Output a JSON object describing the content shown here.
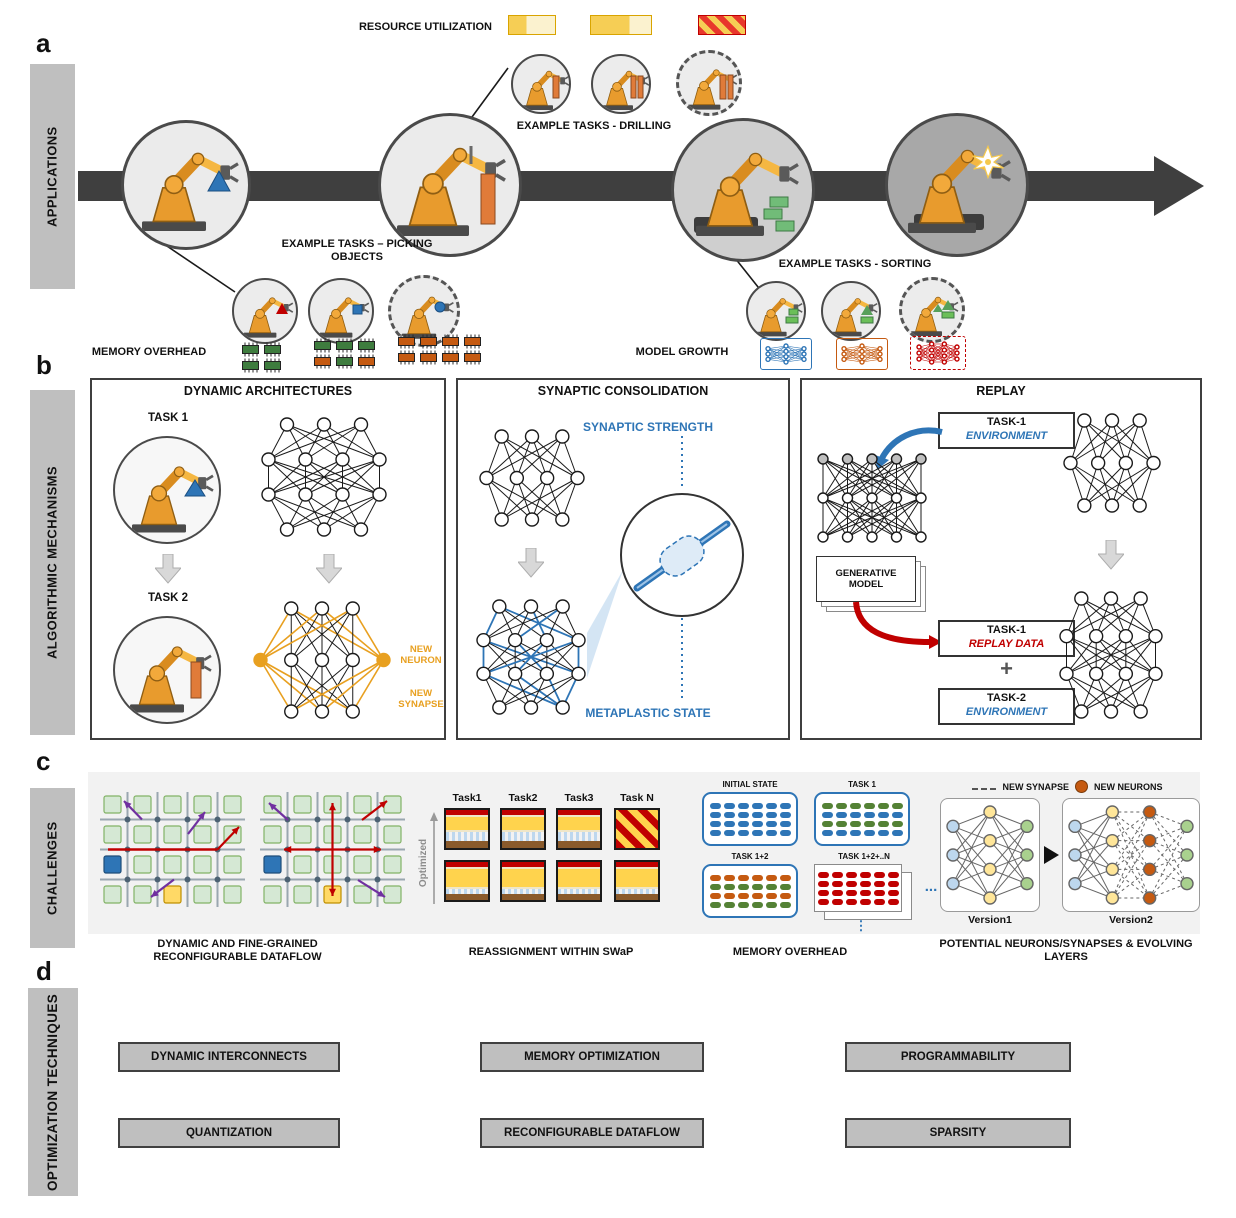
{
  "colors": {
    "accent_orange": "#E8A020",
    "blue": "#2E75B6",
    "red": "#C00000",
    "green": "#548235",
    "purple": "#7030A0",
    "panel_gray": "#BFBFBF",
    "arrow_gray": "#3F3F3F"
  },
  "sections": {
    "applications": {
      "letter": "a",
      "sidebar_label": "APPLICATIONS",
      "resource_utilization_label": "RESOURCE UTILIZATION",
      "drilling_label": "EXAMPLE TASKS - DRILLING",
      "picking_label": "EXAMPLE TASKS – PICKING OBJECTS",
      "memory_overhead_label": "MEMORY OVERHEAD",
      "sorting_label": "EXAMPLE TASKS - SORTING",
      "model_growth_label": "MODEL GROWTH"
    },
    "mechanisms": {
      "letter": "b",
      "sidebar_label": "ALGORITHMIC MECHANISMS",
      "dynamic": {
        "title": "DYNAMIC ARCHITECTURES",
        "task1": "TASK 1",
        "task2": "TASK 2",
        "new_neuron": "NEW NEURON",
        "new_synapse": "NEW SYNAPSE"
      },
      "synaptic": {
        "title": "SYNAPTIC CONSOLIDATION",
        "strength": "SYNAPTIC STRENGTH",
        "metaplastic": "METAPLASTIC STATE"
      },
      "replay": {
        "title": "REPLAY",
        "task1": "TASK-1",
        "environment1": "ENVIRONMENT",
        "generative": "GENERATIVE MODEL",
        "replay_task": "TASK-1",
        "replay_data": "REPLAY DATA",
        "plus": "+",
        "task2": "TASK-2",
        "environment2": "ENVIRONMENT"
      }
    },
    "challenges": {
      "letter": "c",
      "sidebar_label": "CHALLENGES",
      "dataflow": {
        "caption": "DYNAMIC AND FINE-GRAINED RECONFIGURABLE DATAFLOW"
      },
      "reassignment": {
        "caption": "REASSIGNMENT WITHIN SWaP",
        "tasks": [
          "Task1",
          "Task2",
          "Task3",
          "Task N"
        ],
        "optimized": "Optimized"
      },
      "memory": {
        "caption": "MEMORY OVERHEAD",
        "states": [
          "INITIAL STATE",
          "TASK 1",
          "TASK 1+2",
          "TASK 1+2+..N"
        ],
        "ellipsis": "...",
        "vdots": "⋮"
      },
      "evolving": {
        "caption": "POTENTIAL NEURONS/SYNAPSES & EVOLVING LAYERS",
        "legend_synapse": "NEW SYNAPSE",
        "legend_neurons": "NEW NEURONS",
        "version1": "Version1",
        "version2": "Version2"
      }
    },
    "optimization": {
      "letter": "d",
      "sidebar_label": "OPTIMIZATION TECHNIQUES",
      "buttons": [
        "DYNAMIC INTERCONNECTS",
        "MEMORY OPTIMIZATION",
        "PROGRAMMABILITY",
        "QUANTIZATION",
        "RECONFIGURABLE DATAFLOW",
        "SPARSITY"
      ]
    }
  }
}
